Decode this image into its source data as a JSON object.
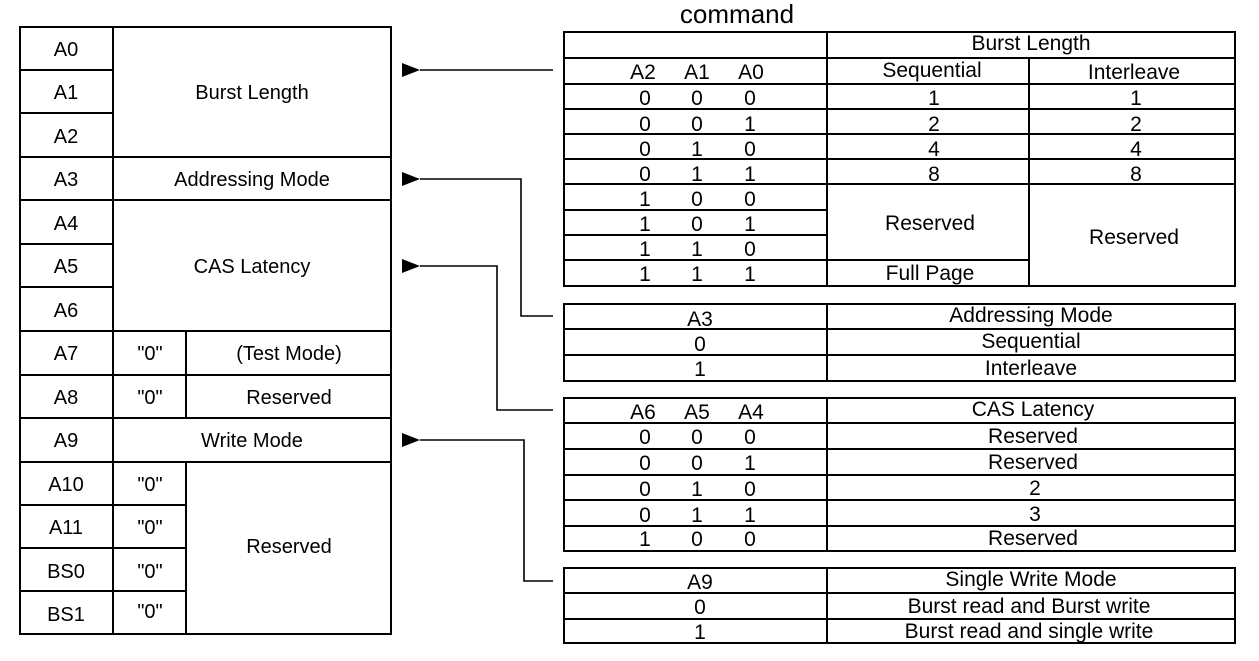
{
  "title": "command",
  "register": {
    "rows": [
      {
        "bit": "A0"
      },
      {
        "bit": "A1"
      },
      {
        "bit": "A2"
      },
      {
        "bit": "A3"
      },
      {
        "bit": "A4"
      },
      {
        "bit": "A5"
      },
      {
        "bit": "A6"
      },
      {
        "bit": "A7"
      },
      {
        "bit": "A8"
      },
      {
        "bit": "A9"
      },
      {
        "bit": "A10"
      },
      {
        "bit": "A11"
      },
      {
        "bit": "BS0"
      },
      {
        "bit": "BS1"
      }
    ],
    "fields": {
      "burst_length": "Burst Length",
      "addressing_mode": "Addressing Mode",
      "cas_latency": "CAS Latency",
      "a7_value": "\"0\"",
      "a7_field": "(Test Mode)",
      "a8_value": "\"0\"",
      "a8_field": "Reserved",
      "write_mode": "Write Mode",
      "reserved_values": [
        "\"0\"",
        "\"0\"",
        "\"0\"",
        "\"0\""
      ],
      "reserved_field": "Reserved"
    }
  },
  "burst_table": {
    "title": "Burst Length",
    "col_bits": [
      "A2",
      "A1",
      "A0"
    ],
    "col_seq": "Sequential",
    "col_int": "Interleave",
    "rows": [
      {
        "bits": [
          "0",
          "0",
          "0"
        ],
        "seq": "1",
        "int": "1"
      },
      {
        "bits": [
          "0",
          "0",
          "1"
        ],
        "seq": "2",
        "int": "2"
      },
      {
        "bits": [
          "0",
          "1",
          "0"
        ],
        "seq": "4",
        "int": "4"
      },
      {
        "bits": [
          "0",
          "1",
          "1"
        ],
        "seq": "8",
        "int": "8"
      },
      {
        "bits": [
          "1",
          "0",
          "0"
        ]
      },
      {
        "bits": [
          "1",
          "0",
          "1"
        ]
      },
      {
        "bits": [
          "1",
          "1",
          "0"
        ]
      },
      {
        "bits": [
          "1",
          "1",
          "1"
        ]
      }
    ],
    "seq_reserved": "Reserved",
    "seq_full_page": "Full Page",
    "int_reserved": "Reserved"
  },
  "addressing_table": {
    "col_bit": "A3",
    "title": "Addressing Mode",
    "rows": [
      {
        "bit": "0",
        "value": "Sequential"
      },
      {
        "bit": "1",
        "value": "Interleave"
      }
    ]
  },
  "cas_table": {
    "col_bits": [
      "A6",
      "A5",
      "A4"
    ],
    "title": "CAS Latency",
    "rows": [
      {
        "bits": [
          "0",
          "0",
          "0"
        ],
        "value": "Reserved"
      },
      {
        "bits": [
          "0",
          "0",
          "1"
        ],
        "value": "Reserved"
      },
      {
        "bits": [
          "0",
          "1",
          "0"
        ],
        "value": "2"
      },
      {
        "bits": [
          "0",
          "1",
          "1"
        ],
        "value": "3"
      },
      {
        "bits": [
          "1",
          "0",
          "0"
        ],
        "value": "Reserved"
      }
    ]
  },
  "write_table": {
    "col_bit": "A9",
    "title": "Single Write Mode",
    "rows": [
      {
        "bit": "0",
        "value": "Burst read and Burst write"
      },
      {
        "bit": "1",
        "value": "Burst read and single write"
      }
    ]
  }
}
